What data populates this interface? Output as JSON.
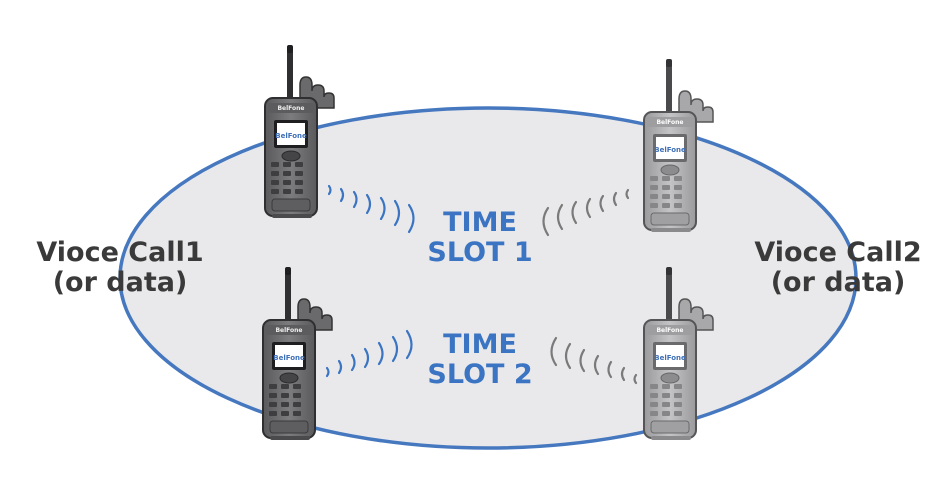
{
  "colors": {
    "cell_fill": "#e9e9eb",
    "cell_stroke": "#4678bf",
    "wave_blue": "#3a74c2",
    "wave_gray": "#7a7a7a",
    "slot_text": "#3a74c2",
    "side_text": "#3a3a3a",
    "radio_dark": "#6e6e70",
    "radio_light": "#a9a9ab",
    "screen_blue": "#3f6fb8"
  },
  "left_group": {
    "line1": "Vioce Call1",
    "line2": "(or data)"
  },
  "right_group": {
    "line1": "Vioce Call2",
    "line2": "(or data)"
  },
  "slot_top": {
    "line1": "TIME",
    "line2": "SLOT 1"
  },
  "slot_bottom": {
    "line1": "TIME",
    "line2": "SLOT 2"
  },
  "radios": {
    "brand": "BelFone",
    "top_left": {
      "icon": "radio-dark-icon",
      "brand": "BelFone"
    },
    "top_right": {
      "icon": "radio-light-icon",
      "brand": "BelFone"
    },
    "bottom_left": {
      "icon": "radio-dark-icon",
      "brand": "BelFone"
    },
    "bottom_right": {
      "icon": "radio-light-icon",
      "brand": "BelFone"
    }
  }
}
